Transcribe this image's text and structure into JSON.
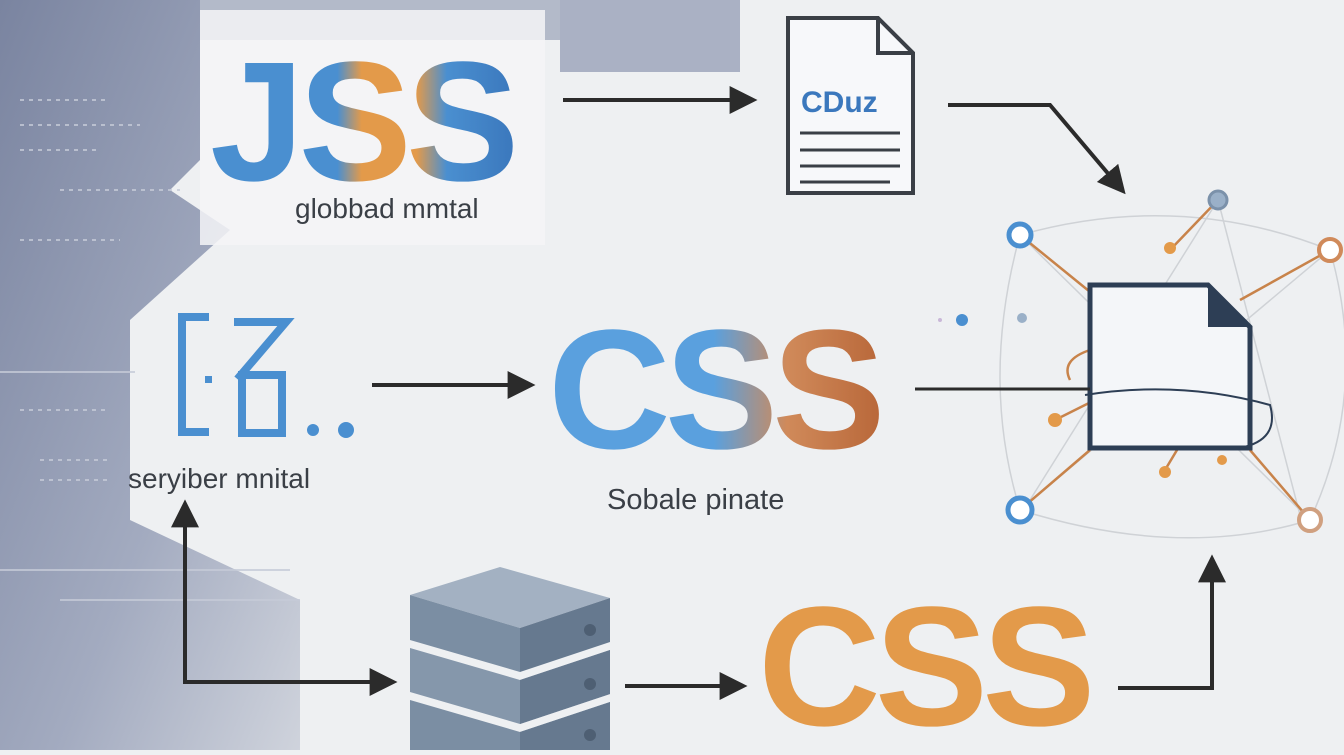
{
  "nodes": {
    "top_logo": "JSS",
    "top_caption": "globbad mmtal",
    "document_label": "CDuz",
    "middle_logo": "CSS",
    "middle_caption": "Sobale pinate",
    "server_caption": "seryiber mnital",
    "bottom_logo": "CSS"
  },
  "colors": {
    "blue": "#4a8fd0",
    "orange": "#e39a4a",
    "brown": "#c46f3c",
    "arrow": "#2b2b2b",
    "server": "#7e91a5",
    "background": "#eef0f2",
    "panel": "#8c96ae"
  },
  "icons": {
    "document": "document-icon",
    "server": "server-stack-icon",
    "network": "network-graph-icon",
    "brackets": "code-brackets-icon"
  }
}
